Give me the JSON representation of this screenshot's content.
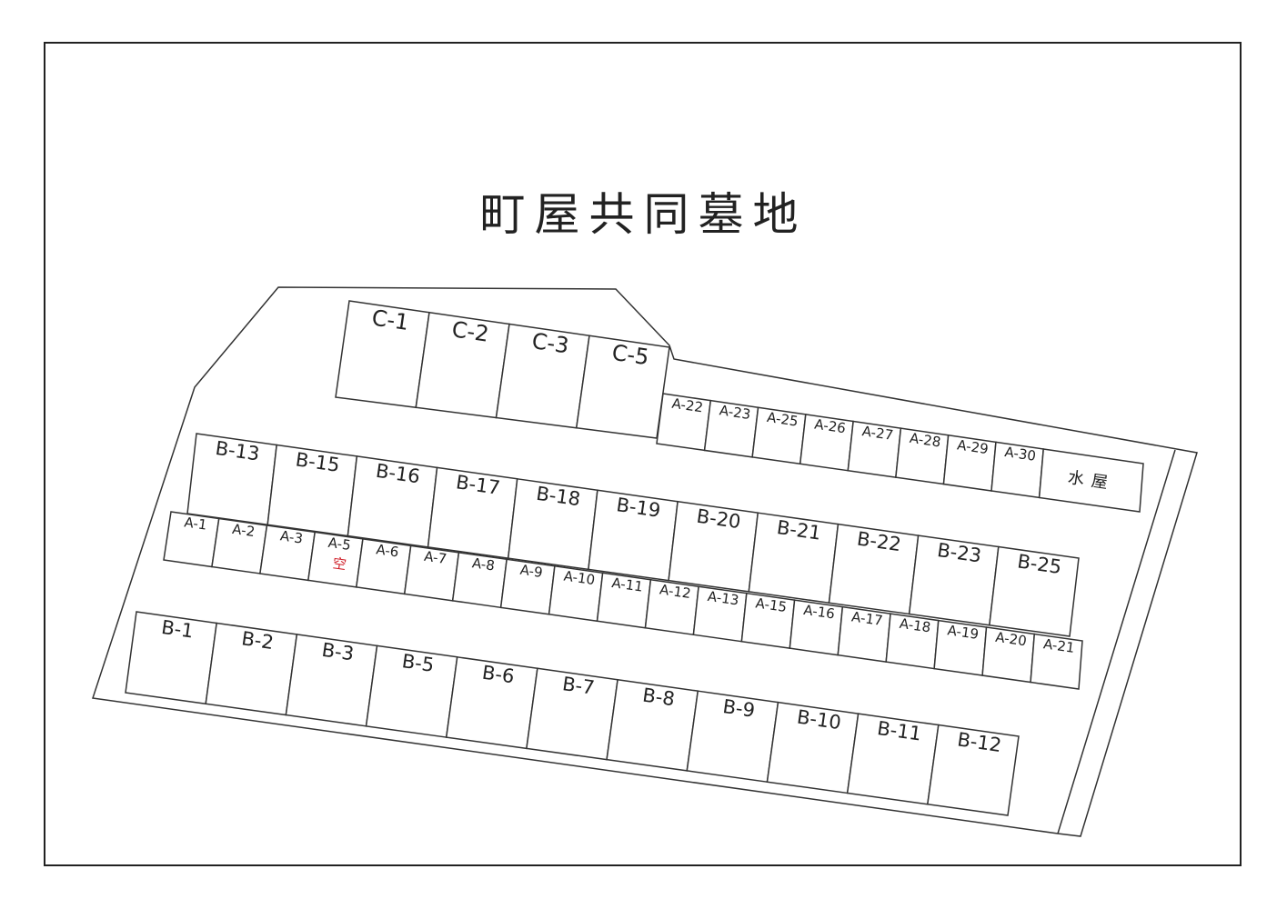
{
  "title": "町屋共同墓地",
  "rows": {
    "c": {
      "labels": [
        "C-1",
        "C-2",
        "C-3",
        "C-5"
      ]
    },
    "a_upper": {
      "labels": [
        "A-22",
        "A-23",
        "A-25",
        "A-26",
        "A-27",
        "A-28",
        "A-29",
        "A-30"
      ],
      "facility": "水屋"
    },
    "b_upper": {
      "labels": [
        "B-13",
        "B-15",
        "B-16",
        "B-17",
        "B-18",
        "B-19",
        "B-20",
        "B-21",
        "B-22",
        "B-23",
        "B-25"
      ]
    },
    "a_lower": {
      "labels": [
        "A-1",
        "A-2",
        "A-3",
        "A-5",
        "A-6",
        "A-7",
        "A-8",
        "A-9",
        "A-10",
        "A-11",
        "A-12",
        "A-13",
        "A-15",
        "A-16",
        "A-17",
        "A-18",
        "A-19",
        "A-20",
        "A-21"
      ]
    },
    "b_lower": {
      "labels": [
        "B-1",
        "B-2",
        "B-3",
        "B-5",
        "B-6",
        "B-7",
        "B-8",
        "B-9",
        "B-10",
        "B-11",
        "B-12"
      ]
    }
  },
  "vacancy": {
    "plot": "A-5",
    "mark": "空",
    "color": "#d0202a"
  }
}
